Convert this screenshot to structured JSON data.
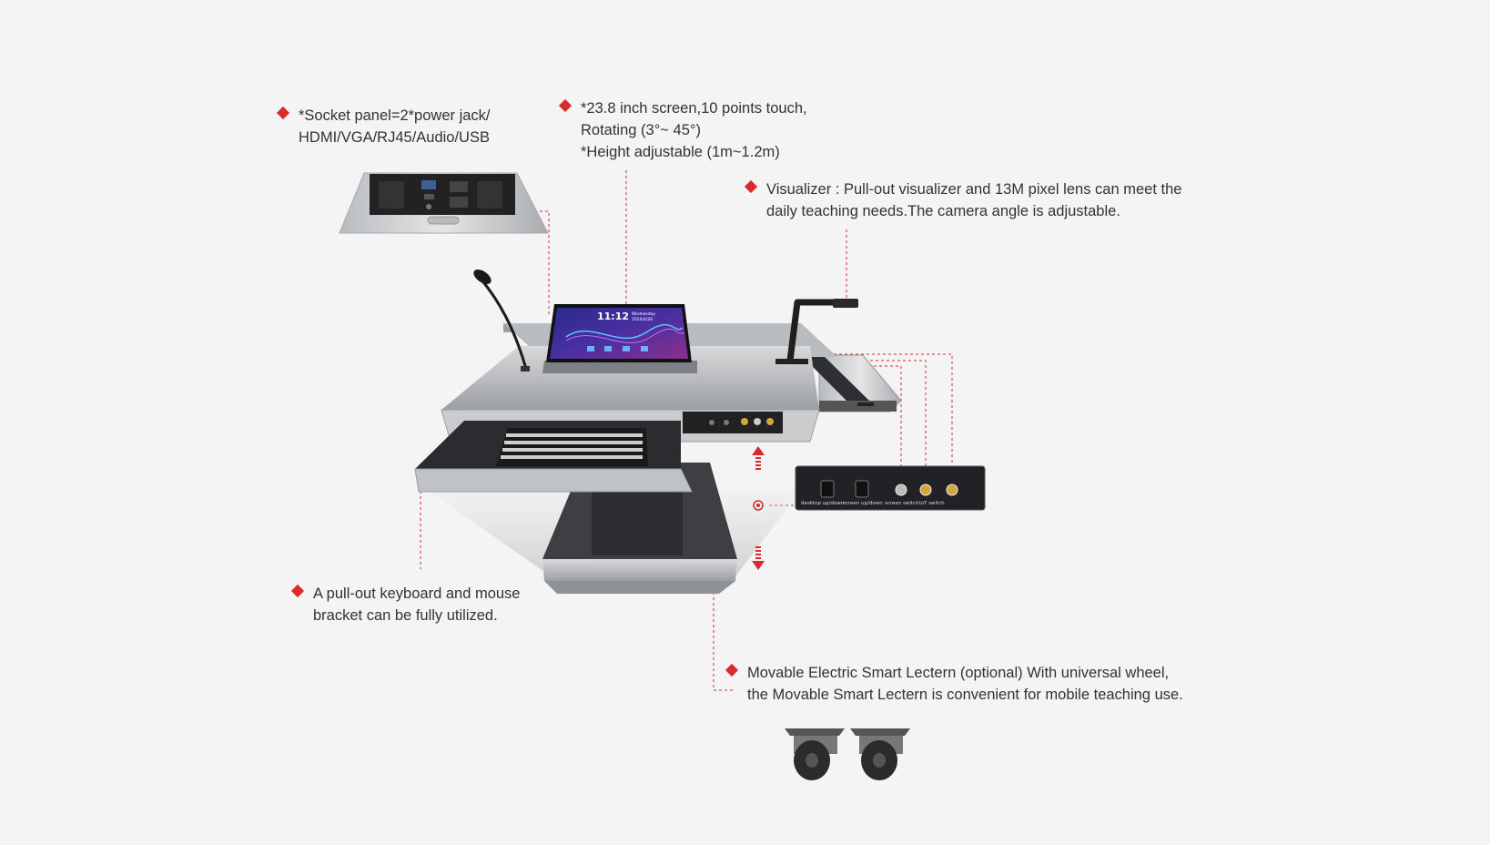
{
  "colors": {
    "accent": "#d92b2b",
    "background": "#f3f4f3",
    "text": "#333333"
  },
  "callouts": {
    "socket": {
      "line1": "*Socket panel=2*power jack/",
      "line2": "HDMI/VGA/RJ45/Audio/USB"
    },
    "screen": {
      "line1": "*23.8 inch screen,10 points touch,",
      "line2": "Rotating (3°~ 45°)",
      "line3": "*Height adjustable (1m~1.2m)"
    },
    "visualizer": {
      "line1": "Visualizer : Pull-out visualizer and  13M pixel lens can meet the",
      "line2": "daily teaching needs.The camera angle  is adjustable."
    },
    "keyboard": {
      "line1": "A pull-out keyboard and mouse",
      "line2": "bracket can be fully utilized."
    },
    "movable": {
      "line1": "Movable Electric Smart Lectern (optional) With universal wheel,",
      "line2": "the Movable Smart Lectern is convenient for mobile teaching use."
    }
  },
  "screen_display": {
    "time": "11:12",
    "day": "Wednesday",
    "date": "2024/4/26"
  },
  "control_panel": {
    "labels": [
      "desktop up/down",
      "screen up/down",
      "screen switch",
      "IoT switch"
    ]
  }
}
